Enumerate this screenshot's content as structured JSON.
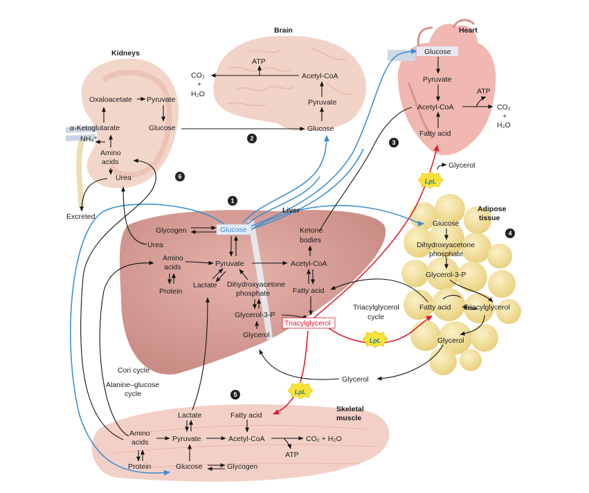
{
  "titles": {
    "brain": "Brain",
    "heart": "Heart",
    "kidneys": "Kidneys",
    "liver": "Liver",
    "adipose1": "Adipose",
    "adipose2": "tissue",
    "muscle1": "Skeletal",
    "muscle2": "muscle"
  },
  "markers": [
    "1",
    "2",
    "3",
    "4",
    "5",
    "6"
  ],
  "brain": {
    "atp": "ATP",
    "co2": "CO₂",
    "plus": "+",
    "h2o": "H₂O",
    "acetyl_coa": "Acetyl-CoA",
    "pyruvate": "Pyruvate",
    "glucose": "Glucose"
  },
  "heart": {
    "glucose": "Glucose",
    "pyruvate": "Pyruvate",
    "atp": "ATP",
    "acetyl_coa": "Acetyl-CoA",
    "co2": "CO₂",
    "plus": "+",
    "h2o": "H₂O",
    "fatty_acid": "Fatty acid",
    "glycerol": "Glycerol"
  },
  "kidneys": {
    "oxaloacetate": "Oxaloacetate",
    "pyruvate": "Pyruvate",
    "ketoglutarate": "α-Ketoglutarate",
    "glucose": "Glucose",
    "nh4": "NH₄⁺",
    "amino1": "Amino",
    "amino2": "acids",
    "urea": "Urea",
    "excreted": "Excreted"
  },
  "liver": {
    "glycogen": "Glycogen",
    "glucose": "Glucose",
    "ketone1": "Ketone",
    "ketone2": "bodies",
    "urea": "Urea",
    "amino1": "Amino",
    "amino2": "acids",
    "pyruvate": "Pyruvate",
    "acetyl_coa": "Acetyl-CoA",
    "protein": "Protein",
    "lactate": "Lactate",
    "dhap1": "Dihydroxyacetone",
    "dhap2": "phosphate",
    "fatty_acid": "Fatty acid",
    "glycerol3p": "Glycerol-3-P",
    "triacylglycerol": "Triacylglycerol",
    "glycerol": "Glycerol"
  },
  "cycles": {
    "tag1": "Triacylglycerol",
    "tag2": "cycle",
    "cori": "Cori cycle",
    "ala1": "Alanine–glucose",
    "ala2": "cycle"
  },
  "adipose": {
    "glucose": "Glucose",
    "dhap1": "Dihydroxyacetone",
    "dhap2": "phosphate",
    "glycerol3p": "Glycerol-3-P",
    "fatty_acid": "Fatty acid",
    "triacylglycerol": "Triacylglycerol",
    "glycerol": "Glycerol"
  },
  "blood": {
    "glycerol": "Glycerol"
  },
  "muscle": {
    "lactate": "Lactate",
    "fatty_acid": "Fatty acid",
    "amino1": "Amino",
    "amino2": "acids",
    "pyruvate": "Pyruvate",
    "acetyl_coa": "Acetyl-CoA",
    "co2h2o": "CO₂ + H₂O",
    "atp": "ATP",
    "protein": "Protein",
    "glucose": "Glucose",
    "glycogen": "Glycogen"
  },
  "lpl": "LpL",
  "colors": {
    "blood_glucose": "#3a8fd0",
    "triacylglycerol": "#e0192e",
    "liver": "#d9a099",
    "brain": "#f2d3c8",
    "heart": "#f0b8b0",
    "adipose": "#f6e6a6",
    "muscle": "#eab3a6",
    "kidney": "#f3d6ca"
  }
}
